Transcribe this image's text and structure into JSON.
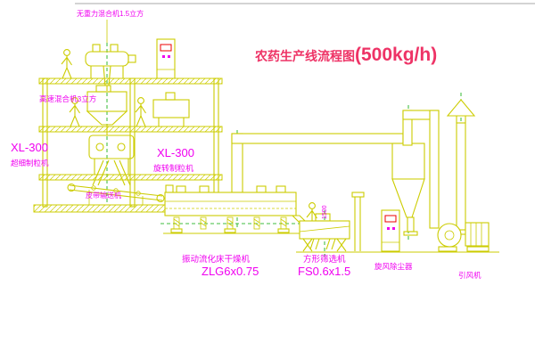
{
  "title": {
    "name": "农药生产线流程图",
    "capacity": "(500kg/h)"
  },
  "labels": {
    "gravity_mixer": "无重力混合机1.5立方",
    "high_speed_mixer": "高速混合机3立方",
    "granulator_left": {
      "model": "XL-300",
      "name": "超细制粒机"
    },
    "granulator_center": {
      "model": "XL-300",
      "name": "旋转制粒机"
    },
    "belt_conveyor": "皮带输送机",
    "dryer": {
      "name": "振动流化床干燥机",
      "model": "ZLG6x0.75"
    },
    "sieve": {
      "name": "方形筛选机",
      "model": "FS0.6x1.5"
    },
    "cyclone": "旋风除尘器",
    "fan": "引风机"
  },
  "dimensions": {
    "sieve_height": "1500"
  },
  "colors": {
    "line": "#cccc00",
    "label": "#f000f0",
    "title": "#ee3366",
    "accent_red": "#ee0000",
    "centerline_green": "#00a800",
    "background": "#ffffff"
  }
}
